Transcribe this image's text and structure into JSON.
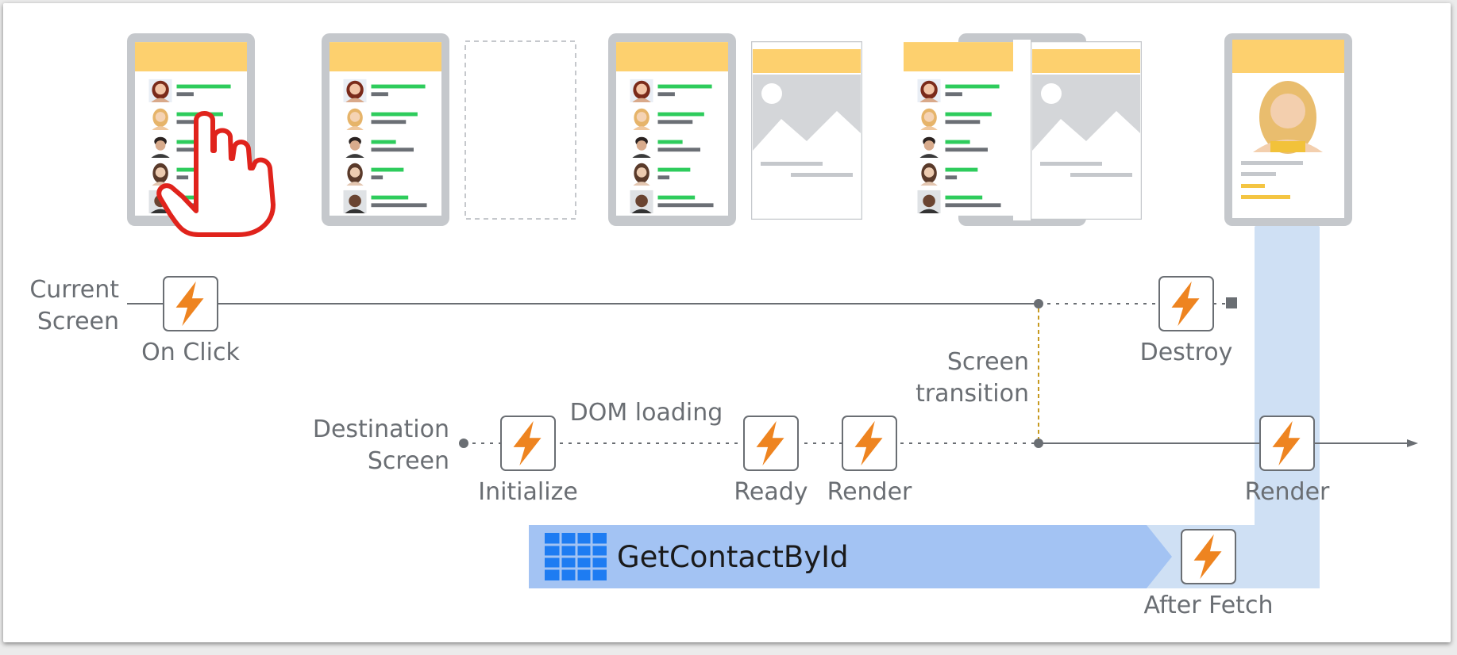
{
  "labels": {
    "current_screen_line1": "Current",
    "current_screen_line2": "Screen",
    "destination_screen_line1": "Destination",
    "destination_screen_line2": "Screen",
    "screen_transition_line1": "Screen",
    "screen_transition_line2": "transition",
    "dom_loading": "DOM loading"
  },
  "events": {
    "on_click": "On Click",
    "destroy": "Destroy",
    "initialize": "Initialize",
    "ready": "Ready",
    "render": "Render",
    "render_final": "Render",
    "after_fetch": "After Fetch"
  },
  "aggregate": {
    "name": "GetContactById"
  },
  "colors": {
    "header_yellow": "#fdd06e",
    "bar_green": "#2ecc5c",
    "bar_gray": "#6b6f75",
    "highlight_bar": "#f4c542",
    "frame_gray": "#c5c8cc",
    "event_orange": "#ee8420",
    "aggregate_blue": "#a3c3f3",
    "aggregate_icon_blue": "#1e7cf2",
    "fetch_blue": "#cfe0f4",
    "hand_red": "#e0231c",
    "transition_gold": "#c79a1f",
    "line_gray": "#6a6e73"
  },
  "icons": {
    "event": "lightning-bolt-icon",
    "aggregate": "table-grid-icon",
    "gesture": "pointing-hand-icon",
    "image_placeholder": "image-placeholder-icon"
  }
}
